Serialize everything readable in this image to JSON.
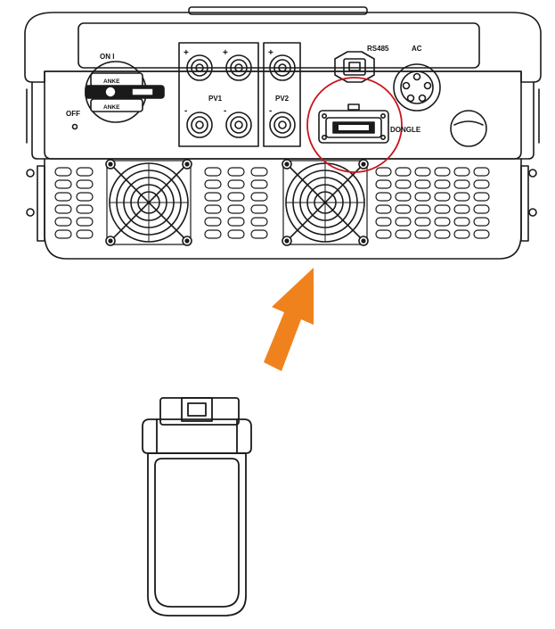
{
  "labels": {
    "on": "ON I",
    "off": "OFF",
    "switch_top": "ANKE",
    "switch_bottom": "ANKE",
    "pv1": "PV1",
    "pv2": "PV2",
    "rs485": "RS485",
    "ac": "AC",
    "dongle": "DONGLE",
    "plus": "+",
    "minus": "-"
  },
  "colors": {
    "line": "#1a1a1a",
    "highlight_circle": "#c8141e",
    "arrow": "#f0821e",
    "background": "#ffffff"
  }
}
